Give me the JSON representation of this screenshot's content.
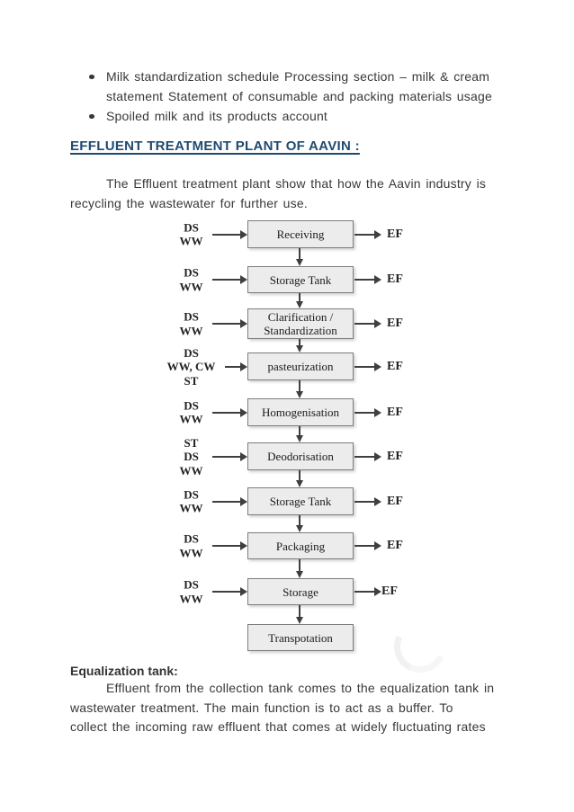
{
  "document": {
    "bullet_list": [
      {
        "text": "Milk standardization schedule Processing section – milk & cream\nstatement Statement of consumable and packing materials usage"
      },
      {
        "text": "Spoiled milk and its products account"
      }
    ],
    "heading": "EFFLUENT TREATMENT PLANT OF AAVIN :",
    "intro_paragraph": "The Effluent treatment plant show that how the Aavin industry is\nrecycling the wastewater for further use.",
    "equalization_section": {
      "title": "Equalization tank:",
      "paragraph": "Effluent from the collection tank comes to the equalization tank in\nwastewater treatment. The main function is to act as a buffer. To\ncollect the incoming raw effluent that comes at widely fluctuating rates"
    }
  },
  "flowchart": {
    "steps": [
      {
        "label": "Receiving",
        "input": "DS\nWW",
        "output": "EF"
      },
      {
        "label": "Storage Tank",
        "input": "DS\nWW",
        "output": "EF"
      },
      {
        "label": "Clarification /\nStandardization",
        "input": "DS\nWW",
        "output": "EF"
      },
      {
        "label": "pasteurization",
        "input": "DS\nWW, CW\nST",
        "output": "EF"
      },
      {
        "label": "Homogenisation",
        "input": "DS\nWW",
        "output": "EF"
      },
      {
        "label": "Deodorisation",
        "input": "ST\nDS\nWW",
        "output": "EF"
      },
      {
        "label": "Storage Tank",
        "input": "DS\nWW",
        "output": "EF"
      },
      {
        "label": "Packaging",
        "input": "DS\nWW",
        "output": "EF"
      },
      {
        "label": "Storage",
        "input": "DS\nWW",
        "output": "EF"
      },
      {
        "label": "Transpotation",
        "input": "",
        "output": ""
      }
    ]
  },
  "colors": {
    "heading": "#1F4A70",
    "body_text": "#383838",
    "box_fill": "#ECECEC",
    "box_border": "#7D7D7D",
    "arrow": "#3F3F3F"
  }
}
